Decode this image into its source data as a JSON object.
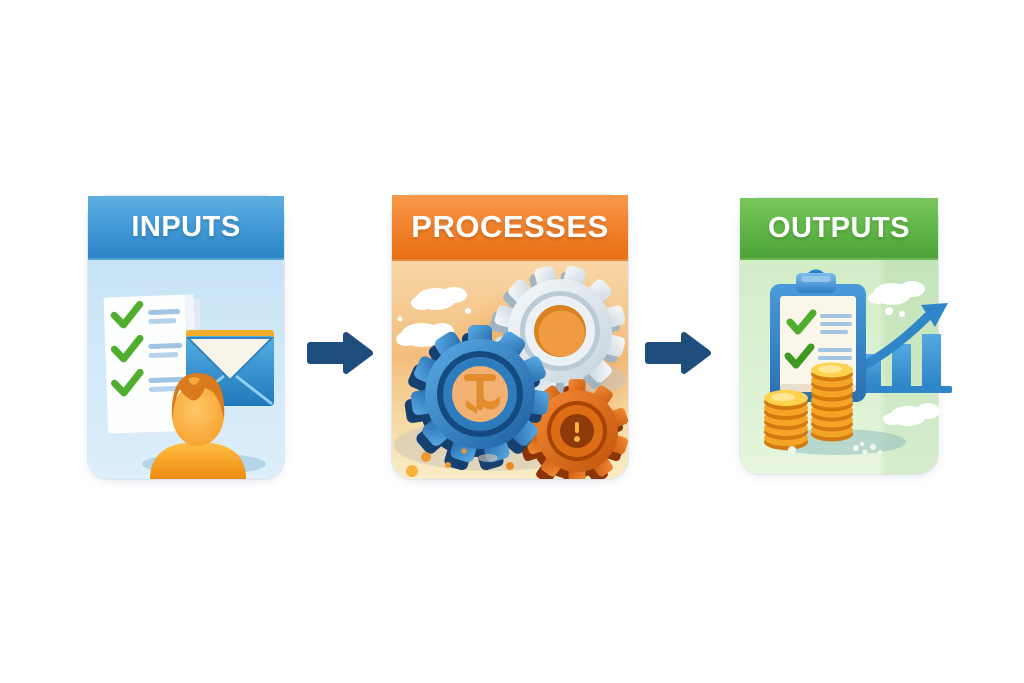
{
  "diagram": {
    "type": "flow-diagram",
    "background_color": "#ffffff",
    "cards": [
      {
        "title": "INPUTS",
        "header_color": "#3f97d4",
        "body_color": "#d3eaf8",
        "icons": [
          "checklist-document-icon",
          "checkmark-icon",
          "envelope-icon",
          "person-icon"
        ]
      },
      {
        "title": "PROCESSES",
        "header_color": "#f0802a",
        "body_color": "#f3bd7d",
        "icons": [
          "blue-gear-icon",
          "white-gear-icon",
          "orange-gear-icon",
          "cloud-icon"
        ]
      },
      {
        "title": "OUTPUTS",
        "header_color": "#5eb545",
        "body_color": "#ddf1d3",
        "icons": [
          "clipboard-checklist-icon",
          "bar-chart-icon",
          "growth-arrow-icon",
          "coin-stack-icon",
          "cloud-icon"
        ]
      }
    ],
    "connectors": [
      {
        "type": "arrow-right",
        "color": "#1d4d7c"
      },
      {
        "type": "arrow-right",
        "color": "#1d4d7c"
      }
    ]
  }
}
